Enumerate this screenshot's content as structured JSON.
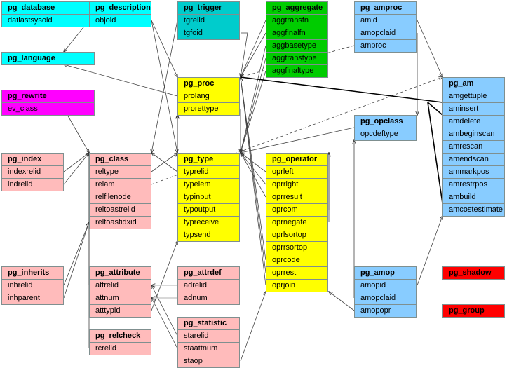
{
  "colors": {
    "cyan": "#00ffff",
    "teal": "#00cccc",
    "green": "#00cc00",
    "yellow": "#ffff00",
    "pink": "#ffbbbb",
    "magenta": "#ff00ff",
    "blue": "#88ccff",
    "red": "#ff0000"
  },
  "tables": [
    {
      "id": "pg_database",
      "name": "pg_database",
      "color": "cyan",
      "wide": true,
      "columns": [
        "datlastsysoid"
      ]
    },
    {
      "id": "pg_description",
      "name": "pg_description",
      "color": "cyan",
      "columns": [
        "objoid"
      ]
    },
    {
      "id": "pg_trigger",
      "name": "pg_trigger",
      "color": "teal",
      "columns": [
        "tgrelid",
        "tgfoid"
      ]
    },
    {
      "id": "pg_aggregate",
      "name": "pg_aggregate",
      "color": "green",
      "columns": [
        "aggtransfn",
        "aggfinalfn",
        "aggbasetype",
        "aggtranstype",
        "aggfinaltype"
      ]
    },
    {
      "id": "pg_amproc",
      "name": "pg_amproc",
      "color": "blue",
      "columns": [
        "amid",
        "amopclaid",
        "amproc"
      ]
    },
    {
      "id": "pg_language",
      "name": "pg_language",
      "color": "cyan",
      "wide": true,
      "columns": []
    },
    {
      "id": "pg_rewrite",
      "name": "pg_rewrite",
      "color": "magenta",
      "wide": true,
      "columns": [
        "ev_class"
      ]
    },
    {
      "id": "pg_proc",
      "name": "pg_proc",
      "color": "yellow",
      "columns": [
        "prolang",
        "prorettype"
      ]
    },
    {
      "id": "pg_am",
      "name": "pg_am",
      "color": "blue",
      "columns": [
        "amgettuple",
        "aminsert",
        "amdelete",
        "ambeginscan",
        "amrescan",
        "amendscan",
        "ammarkpos",
        "amrestrpos",
        "ambuild",
        "amcostestimate"
      ]
    },
    {
      "id": "pg_opclass",
      "name": "pg_opclass",
      "color": "blue",
      "columns": [
        "opcdeftype"
      ]
    },
    {
      "id": "pg_index",
      "name": "pg_index",
      "color": "pink",
      "columns": [
        "indexrelid",
        "indrelid"
      ]
    },
    {
      "id": "pg_class",
      "name": "pg_class",
      "color": "pink",
      "columns": [
        "reltype",
        "relam",
        "relfilenode",
        "reltoastrelid",
        "reltoastidxid"
      ]
    },
    {
      "id": "pg_type",
      "name": "pg_type",
      "color": "yellow",
      "columns": [
        "typrelid",
        "typelem",
        "typinput",
        "typoutput",
        "typreceive",
        "typsend"
      ]
    },
    {
      "id": "pg_operator",
      "name": "pg_operator",
      "color": "yellow",
      "columns": [
        "oprleft",
        "oprright",
        "oprresult",
        "oprcom",
        "oprnegate",
        "oprlsortop",
        "oprrsortop",
        "oprcode",
        "oprrest",
        "oprjoin"
      ]
    },
    {
      "id": "pg_inherits",
      "name": "pg_inherits",
      "color": "pink",
      "columns": [
        "inhrelid",
        "inhparent"
      ]
    },
    {
      "id": "pg_attribute",
      "name": "pg_attribute",
      "color": "pink",
      "columns": [
        "attrelid",
        "attnum",
        "atttypid"
      ]
    },
    {
      "id": "pg_attrdef",
      "name": "pg_attrdef",
      "color": "pink",
      "columns": [
        "adrelid",
        "adnum"
      ]
    },
    {
      "id": "pg_amop",
      "name": "pg_amop",
      "color": "blue",
      "columns": [
        "amopid",
        "amopclaid",
        "amopopr"
      ]
    },
    {
      "id": "pg_shadow",
      "name": "pg_shadow",
      "color": "red",
      "columns": []
    },
    {
      "id": "pg_group",
      "name": "pg_group",
      "color": "red",
      "columns": []
    },
    {
      "id": "pg_statistic",
      "name": "pg_statistic",
      "color": "pink",
      "columns": [
        "starelid",
        "staattnum",
        "staop"
      ]
    },
    {
      "id": "pg_relcheck",
      "name": "pg_relcheck",
      "color": "pink",
      "columns": [
        "rcrelid"
      ]
    }
  ]
}
